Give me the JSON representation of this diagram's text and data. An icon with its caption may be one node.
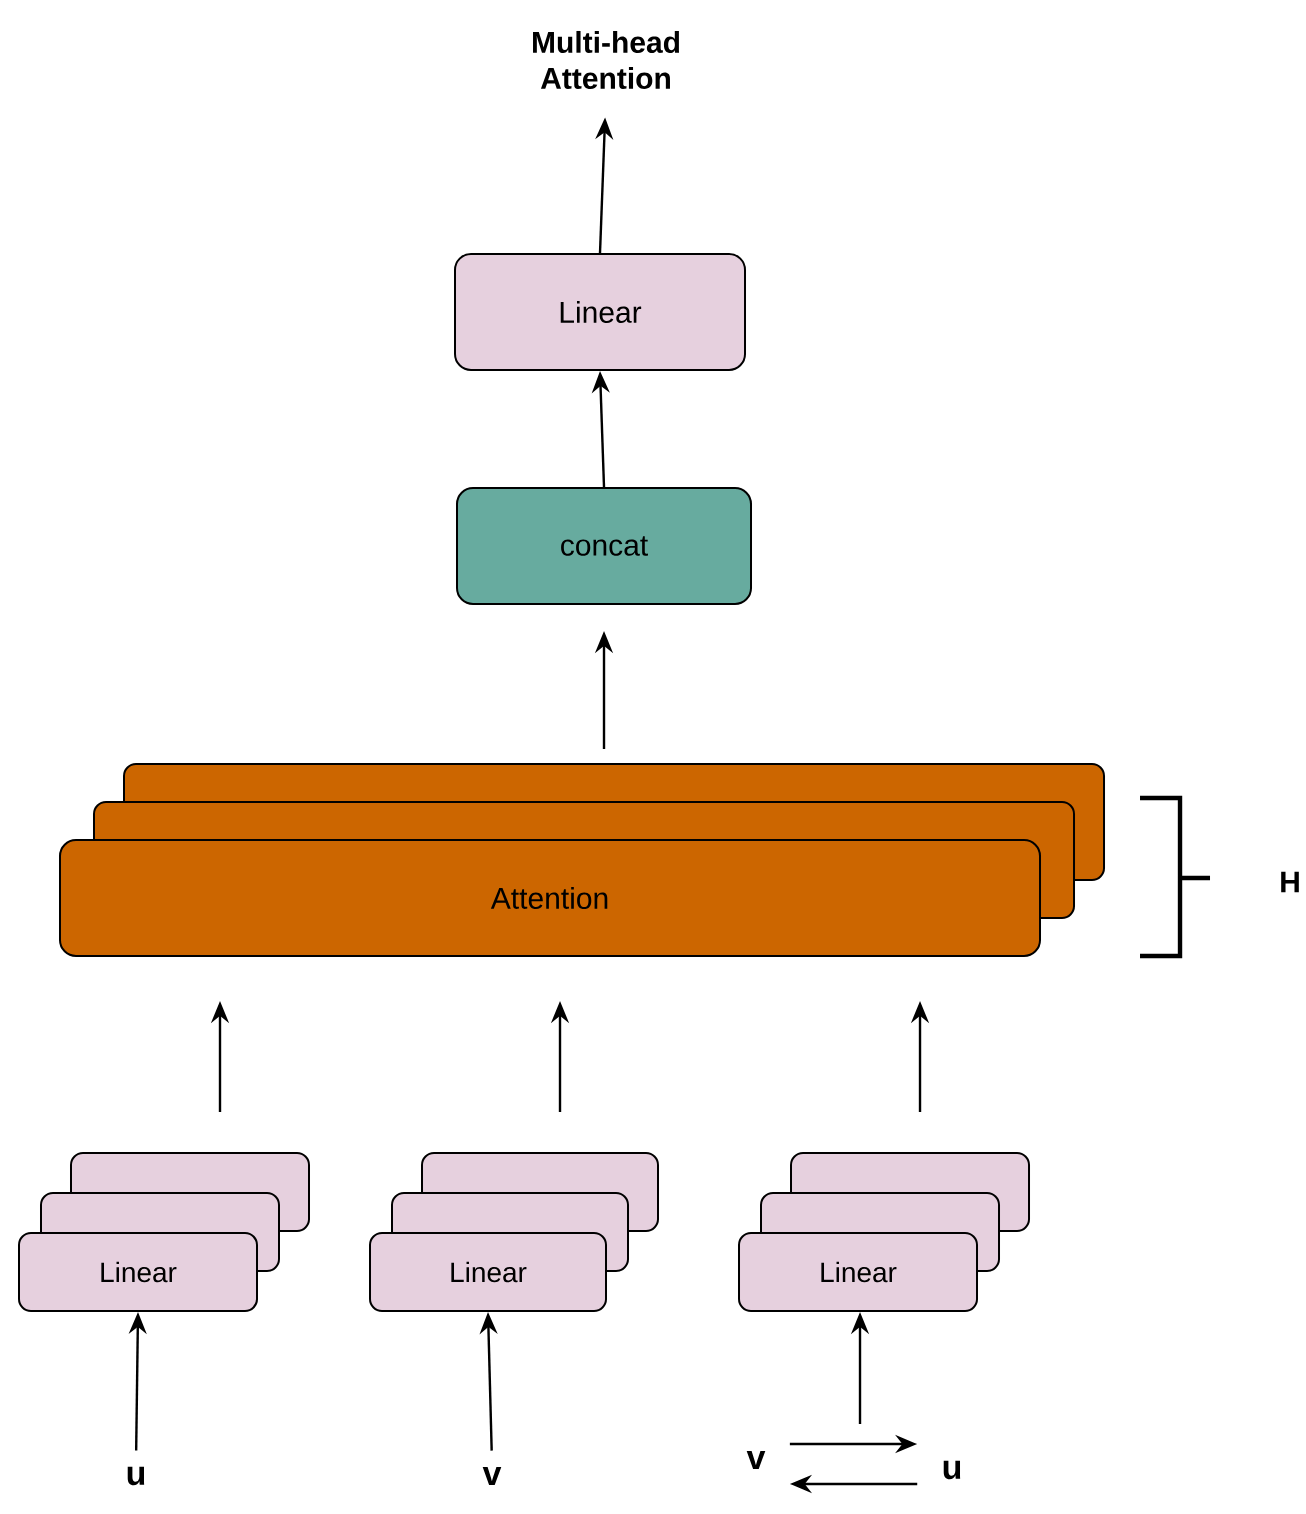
{
  "diagram": {
    "nodes": [
      {
        "text": [
          "Multi-head Attention"
        ]
      },
      {
        "text": [
          "Linear"
        ]
      },
      {
        "text": [
          "concat"
        ]
      },
      {
        "text": [
          "Attention"
        ]
      },
      {
        "text": [
          "Linear"
        ]
      },
      {
        "text": [
          "Linear"
        ]
      },
      {
        "text": [
          "Linear"
        ]
      },
      {
        "text": [
          "u"
        ]
      },
      {
        "text": [
          "v"
        ]
      },
      {
        "text": [
          "v"
        ]
      },
      {
        "text": [
          "u"
        ]
      }
    ],
    "edges": [
      {
        "from": 1,
        "to": 0,
        "arrow": "to"
      },
      {
        "from": 2,
        "to": 1,
        "arrow": "to"
      },
      {
        "from": 3,
        "to": 2,
        "arrow": "to"
      },
      {
        "from": 4,
        "to": 3,
        "arrow": "to"
      },
      {
        "from": 5,
        "to": 3,
        "arrow": "to"
      },
      {
        "from": 6,
        "to": 3,
        "arrow": "to"
      },
      {
        "from": 7,
        "to": 4,
        "arrow": "to"
      },
      {
        "from": 8,
        "to": 5,
        "arrow": "to"
      },
      {
        "from": null,
        "to": 6,
        "arrow": "to"
      },
      {
        "from": 9,
        "to": 10,
        "arrow": "to"
      },
      {
        "from": 10,
        "to": 9,
        "arrow": "to"
      }
    ],
    "labels": [
      "H"
    ]
  }
}
